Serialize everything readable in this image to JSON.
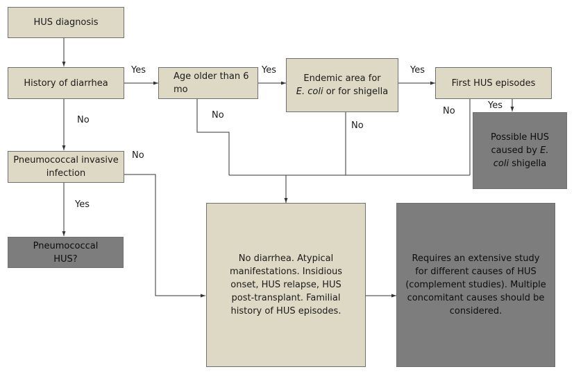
{
  "boxes": {
    "hus_diagnosis": "HUS diagnosis",
    "history_diarrhea": "History of diarrhea",
    "age_older_l1": "Age older than 6",
    "age_older_l2": "mo",
    "endemic_l1": "Endemic area for",
    "endemic_ecoli": "E. coli",
    "endemic_l2_rest": " or for shigella",
    "first_hus": "First HUS episodes",
    "possible_l1": "Possible HUS",
    "possible_l2": "caused by ",
    "possible_e": "E.",
    "possible_coli": "coli",
    "possible_l3_rest": " shigella",
    "pneumo_infection_l1": "Pneumococcal invasive",
    "pneumo_infection_l2": "infection",
    "pneumo_hus_l1": "Pneumococcal",
    "pneumo_hus_l2": "HUS?",
    "atypical_l1": "No diarrhea. Atypical",
    "atypical_l2": "manifestations. Insidious",
    "atypical_l3": "onset, HUS relapse, HUS",
    "atypical_l4": "post-transplant. Familial",
    "atypical_l5": "history of HUS episodes.",
    "extensive_l1": "Requires an extensive study",
    "extensive_l2": "for different causes of HUS",
    "extensive_l3": "(complement studies). Multiple",
    "extensive_l4": "concomitant causes should be",
    "extensive_l5": "considered."
  },
  "labels": {
    "yes_1": "Yes",
    "yes_2": "Yes",
    "yes_3": "Yes",
    "yes_4": "Yes",
    "yes_5": "Yes",
    "no_1": "No",
    "no_2": "No",
    "no_3": "No",
    "no_4": "No",
    "no_5": "No"
  },
  "colors": {
    "beige": "#ded9c4",
    "gray": "#7d7d7d",
    "line": "#333333"
  }
}
